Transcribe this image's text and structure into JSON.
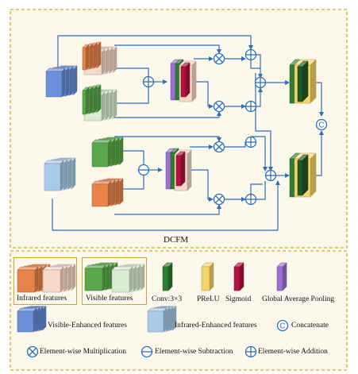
{
  "diagram": {
    "module_name": "DCFM",
    "operator_glyphs": {
      "multiply": "⊗",
      "subtract": "⊖",
      "add": "⊕",
      "concat": "C"
    }
  },
  "legend": {
    "infrared_features": "Infrared features",
    "visible_features": "Visible features",
    "conv": "Conv:3×3",
    "prelu": "PReLU",
    "sigmoid": "Sigmoid",
    "gap": "Global Average Pooling",
    "visible_enhanced": "Visible-Enhanced features",
    "infrared_enhanced": "Infrared-Enhanced features",
    "concatenate": "Concatenate",
    "mult": "Element-wise Multiplication",
    "sub": "Element-wise Subtraction",
    "add": "Element-wise Addition"
  },
  "colors": {
    "arrow": "#2f6fb8",
    "frame": "#e0b040",
    "bg_top": "#fdf8ec",
    "bg_bottom": "#fdf8ec",
    "infrared": "#e8844a",
    "infrared_light": "#f6d9c8",
    "visible": "#5aa84a",
    "visible_light": "#d8ecd0",
    "visible_enhanced": "#6b8fd8",
    "infrared_enhanced": "#a8cce8",
    "conv": "#2e7d32",
    "prelu": "#f2d56b",
    "sigmoid": "#b3123c",
    "gap": "#9b6fd3"
  }
}
